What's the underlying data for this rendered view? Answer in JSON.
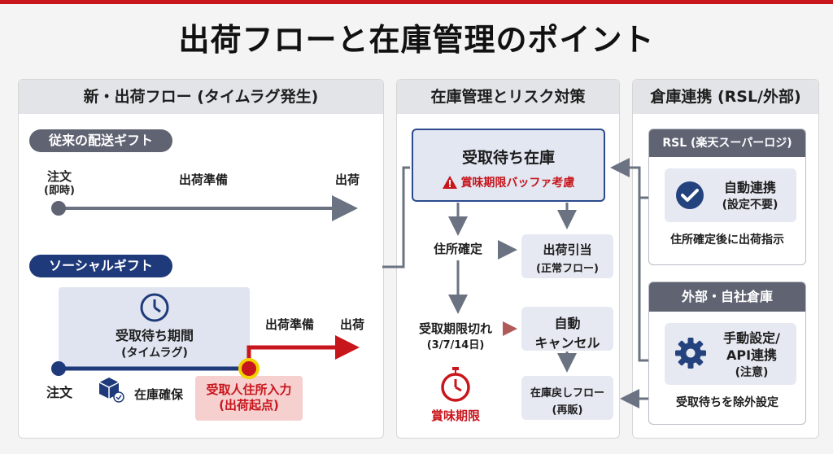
{
  "title": "出荷フローと在庫管理のポイント",
  "left": {
    "heading": "新・出荷フロー (タイムラグ発生)",
    "traditional": {
      "tag": "従来の配送ギフト",
      "order": "注文",
      "order_sub": "(即時)",
      "prep": "出荷準備",
      "ship": "出荷"
    },
    "social": {
      "tag": "ソーシャルギフト",
      "wait_title": "受取待ち期間",
      "wait_sub": "(タイムラグ)",
      "prep": "出荷準備",
      "ship": "出荷",
      "order": "注文",
      "stock": "在庫確保",
      "addr_line1": "受取人住所入力",
      "addr_line2": "(出荷起点)"
    }
  },
  "middle": {
    "heading": "在庫管理とリスク対策",
    "stock_title": "受取待ち在庫",
    "warn": "賞味期限バッファ考慮",
    "addr_confirm": "住所確定",
    "ship_alloc": "出荷引当",
    "ship_alloc_sub": "(正常フロー)",
    "expired": "受取期限切れ",
    "expired_sub": "(3/7/14日)",
    "auto1": "自動",
    "auto2": "キャンセル",
    "return1": "在庫戻しフロー",
    "return2": "(再販)",
    "shelf": "賞味期限"
  },
  "right": {
    "heading": "倉庫連携 (RSL/外部)",
    "rsl_title": "RSL (楽天スーパーロジ)",
    "rsl_box1": "自動連携",
    "rsl_box2": "(設定不要)",
    "rsl_note": "住所確定後に出荷指示",
    "ext_title": "外部・自社倉庫",
    "ext_box1": "手動設定/",
    "ext_box2": "API連携",
    "ext_box3": "(注意)",
    "ext_note": "受取待ちを除外設定"
  },
  "colors": {
    "red": "#c8161d",
    "navy": "#1f3a7a",
    "gray": "#5f6372",
    "arrow": "#6b7382"
  }
}
